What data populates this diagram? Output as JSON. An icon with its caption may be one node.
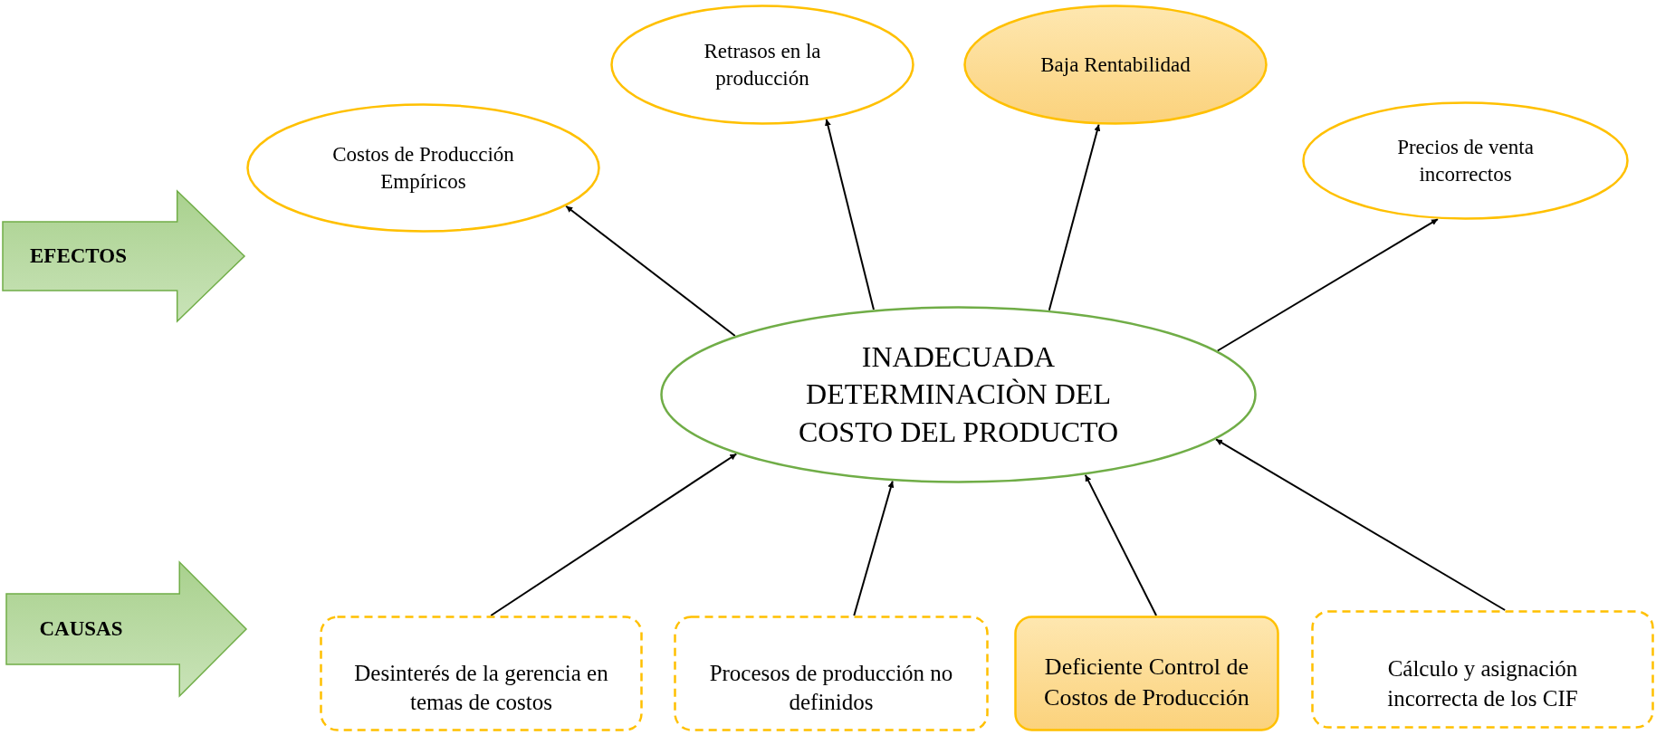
{
  "diagram": {
    "nodes": [
      {
        "text": [
          "Retrasos en la producción"
        ]
      },
      {
        "text": [
          "Baja Rentabilidad"
        ]
      },
      {
        "text": [
          "Costos de Producción Empíricos"
        ]
      },
      {
        "text": [
          "Precios de venta incorrectos"
        ]
      },
      {
        "text": [
          "EFECTOS"
        ]
      },
      {
        "text": [
          "INADECUADA DETERMINACIÒN DEL COSTO DEL PRODUCTO"
        ]
      },
      {
        "text": [
          "CAUSAS"
        ]
      },
      {
        "text": [
          "Desinterés de la gerencia en temas de costos"
        ]
      },
      {
        "text": [
          "Procesos de producción no definidos"
        ]
      },
      {
        "text": [
          "Deficiente Control de Costos de Producción"
        ]
      },
      {
        "text": [
          "Cálculo y asignación incorrecta de los CIF"
        ]
      }
    ],
    "edges": [
      {
        "from": 5,
        "to": 2,
        "arrow": "to"
      },
      {
        "from": 5,
        "to": 0,
        "arrow": "to"
      },
      {
        "from": 5,
        "to": 1,
        "arrow": "to"
      },
      {
        "from": 5,
        "to": 3,
        "arrow": "to"
      },
      {
        "from": 7,
        "to": 5,
        "arrow": "to"
      },
      {
        "from": 8,
        "to": 5,
        "arrow": "to"
      },
      {
        "from": 9,
        "to": 5,
        "arrow": "to"
      },
      {
        "from": 10,
        "to": 5,
        "arrow": "to"
      }
    ]
  }
}
